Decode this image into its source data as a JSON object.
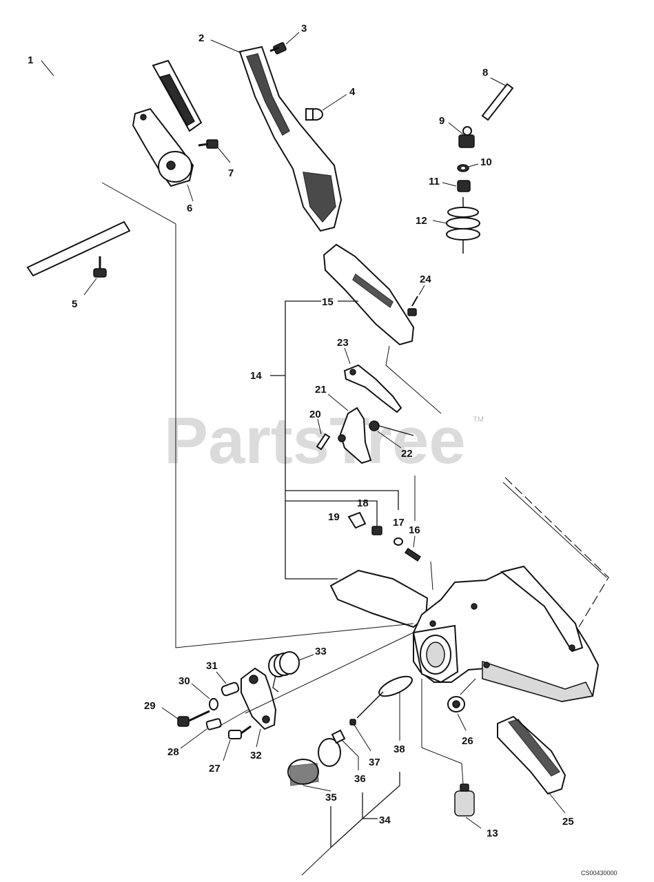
{
  "watermark": {
    "text": "PartsTree",
    "trademark": "TM"
  },
  "diagram_code": "CS00430000",
  "callouts": {
    "p1": "1",
    "p2": "2",
    "p3": "3",
    "p4": "4",
    "p5": "5",
    "p6": "6",
    "p7": "7",
    "p8": "8",
    "p9": "9",
    "p10": "10",
    "p11": "11",
    "p12": "12",
    "p13": "13",
    "p14": "14",
    "p15": "15",
    "p16": "16",
    "p17": "17",
    "p18": "18",
    "p19": "19",
    "p20": "20",
    "p21": "21",
    "p22": "22",
    "p23": "23",
    "p24": "24",
    "p25": "25",
    "p26": "26",
    "p27": "27",
    "p28": "28",
    "p29": "29",
    "p30": "30",
    "p31": "31",
    "p32": "32",
    "p33": "33",
    "p34": "34",
    "p35": "35",
    "p36": "36",
    "p37": "37",
    "p38": "38"
  }
}
